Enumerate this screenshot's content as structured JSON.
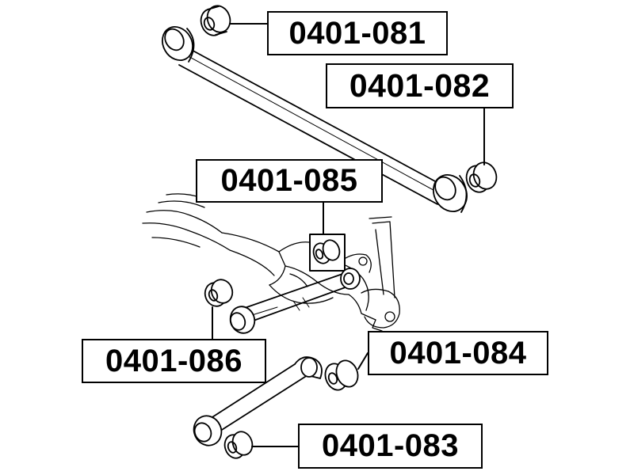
{
  "labels": {
    "p081": "0401-081",
    "p082": "0401-082",
    "p083": "0401-083",
    "p084": "0401-084",
    "p085": "0401-085",
    "p086": "0401-086"
  },
  "colors": {
    "line": "#000000",
    "background": "#ffffff"
  }
}
